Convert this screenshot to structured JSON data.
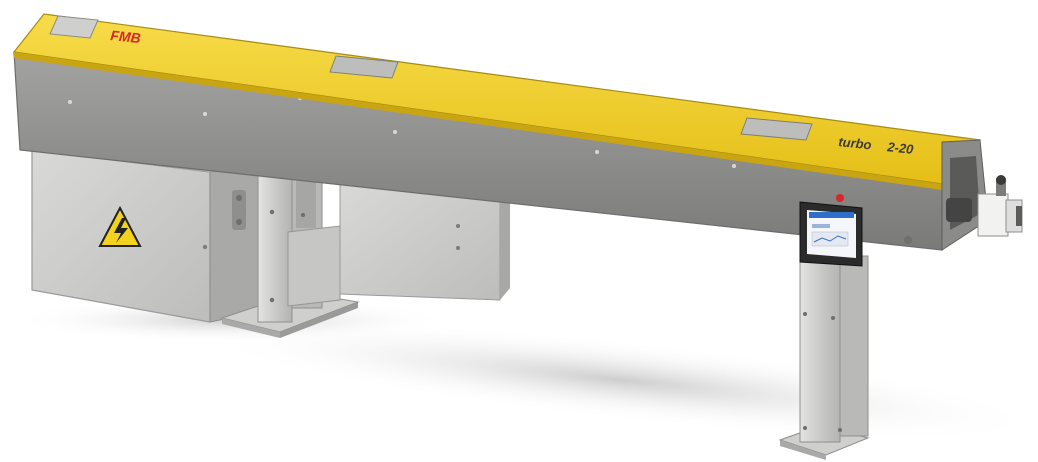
{
  "labels": {
    "brand": "FMB",
    "model_prefix": "turbo",
    "model_suffix": "2-20"
  },
  "colors": {
    "housing_yellow": "#f2cf2a",
    "housing_gray": "#8e8e8c",
    "brand_red": "#d8262a",
    "steel": "#cfcfcd",
    "hmi_blue": "#2f6fc9"
  },
  "icons": {
    "warning": "high-voltage-warning-icon"
  }
}
